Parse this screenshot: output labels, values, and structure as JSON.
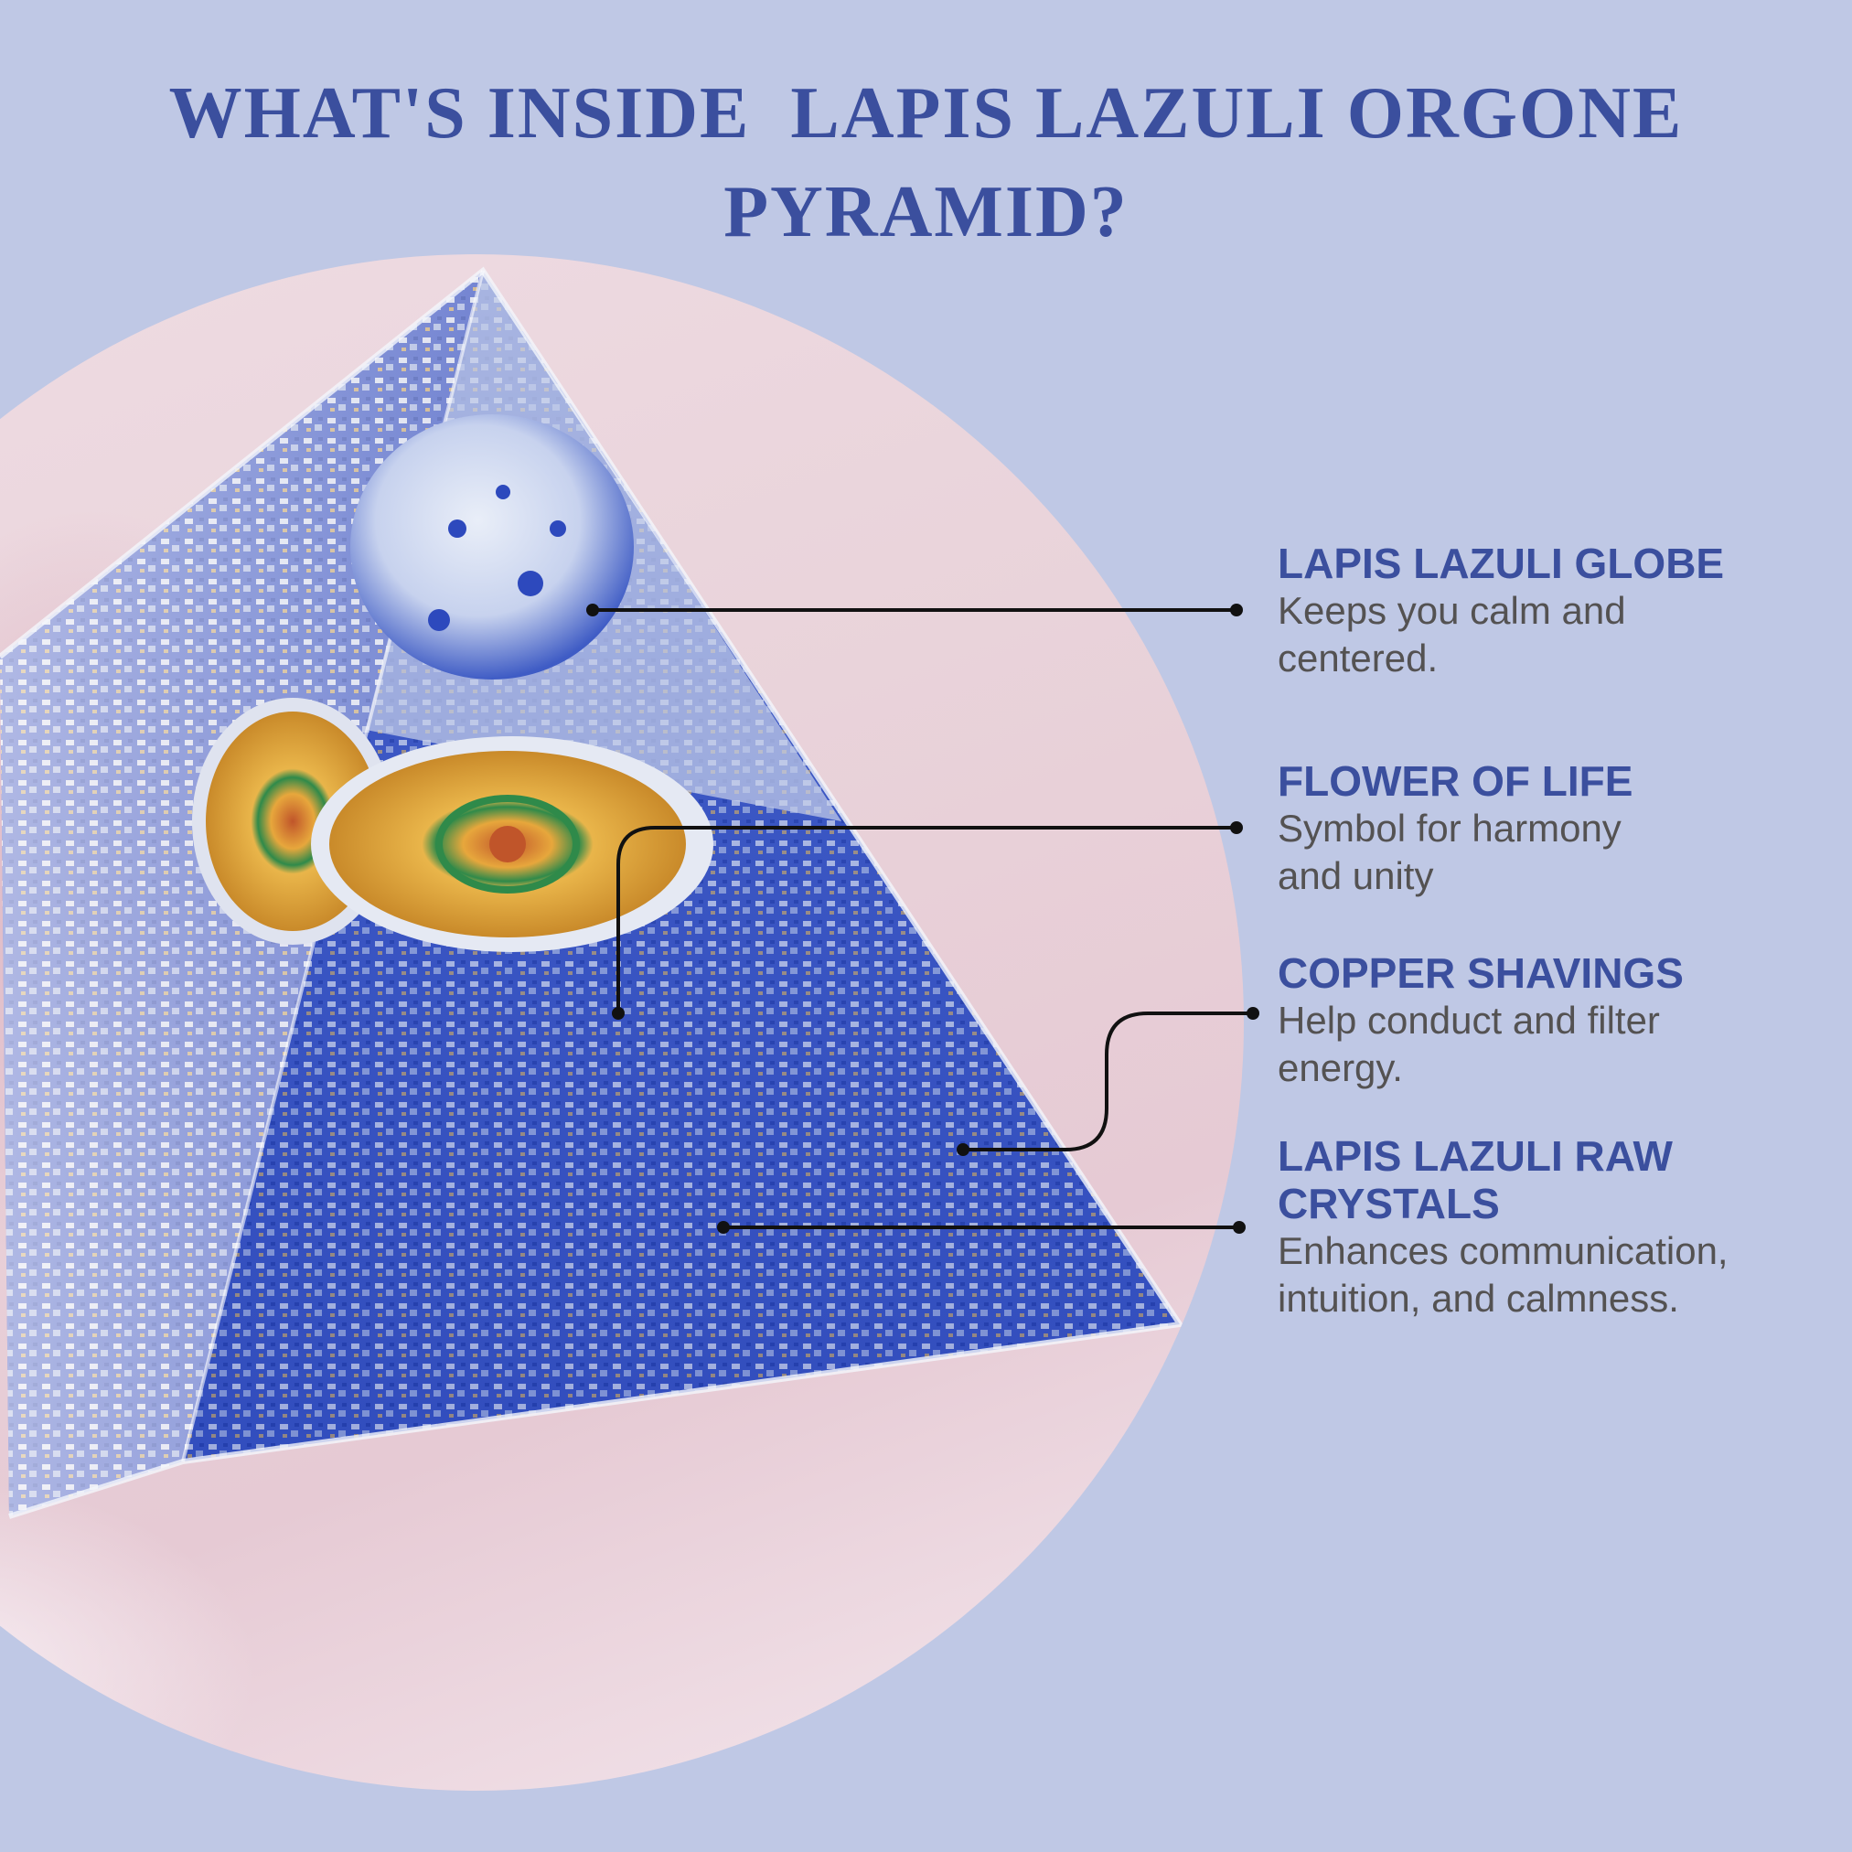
{
  "header": {
    "title_line1": "WHAT'S INSIDE  LAPIS LAZULI ORGONE",
    "title_line2": "PYRAMID?"
  },
  "image": {
    "subject": "lapis-lazuli-orgone-pyramid-photo",
    "description": "Resin pyramid filled with lapis lazuli chips, a lapis globe near the apex and a flower-of-life emblem, resting on pink satin"
  },
  "components": [
    {
      "name": "LAPIS LAZULI GLOBE",
      "description_line1": "Keeps you calm and",
      "description_line2": "centered."
    },
    {
      "name": "FLOWER OF LIFE",
      "description_line1": "Symbol for harmony",
      "description_line2": "and unity"
    },
    {
      "name": "COPPER SHAVINGS",
      "description_line1": "Help conduct and filter",
      "description_line2": "energy."
    },
    {
      "name_line1": "LAPIS LAZULI RAW",
      "name_line2": "CRYSTALS",
      "description_line1": "Enhances communication,",
      "description_line2": "intuition, and calmness."
    }
  ],
  "colors": {
    "background": "#bfc8e5",
    "title": "#3b4f9e",
    "heading": "#3b4f9e",
    "body_text": "#545252",
    "connector": "#111111",
    "satin_pink": "#e8d0d9"
  }
}
